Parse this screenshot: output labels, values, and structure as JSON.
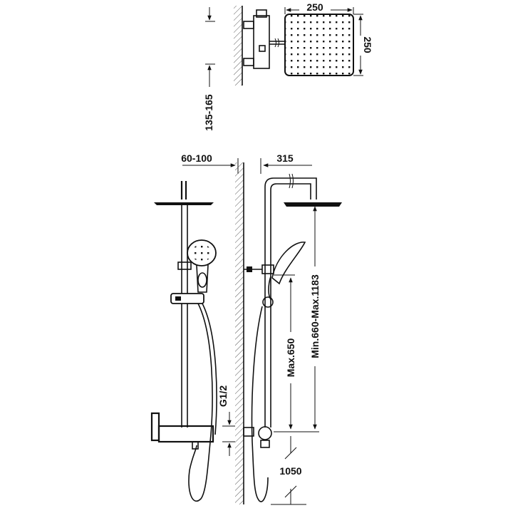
{
  "diagram": {
    "colors": {
      "line": "#111111",
      "background": "#ffffff",
      "wall_hatch": "#555555"
    },
    "dimensions": {
      "head_width": "250",
      "head_height": "250",
      "valve_spacing": "135-165",
      "wall_offset": "60-100",
      "arm_projection": "315",
      "connection": "G1/2",
      "slide_max": "Max.650",
      "height_range": "Min.660-Max.1183",
      "floor_height": "1050"
    }
  }
}
